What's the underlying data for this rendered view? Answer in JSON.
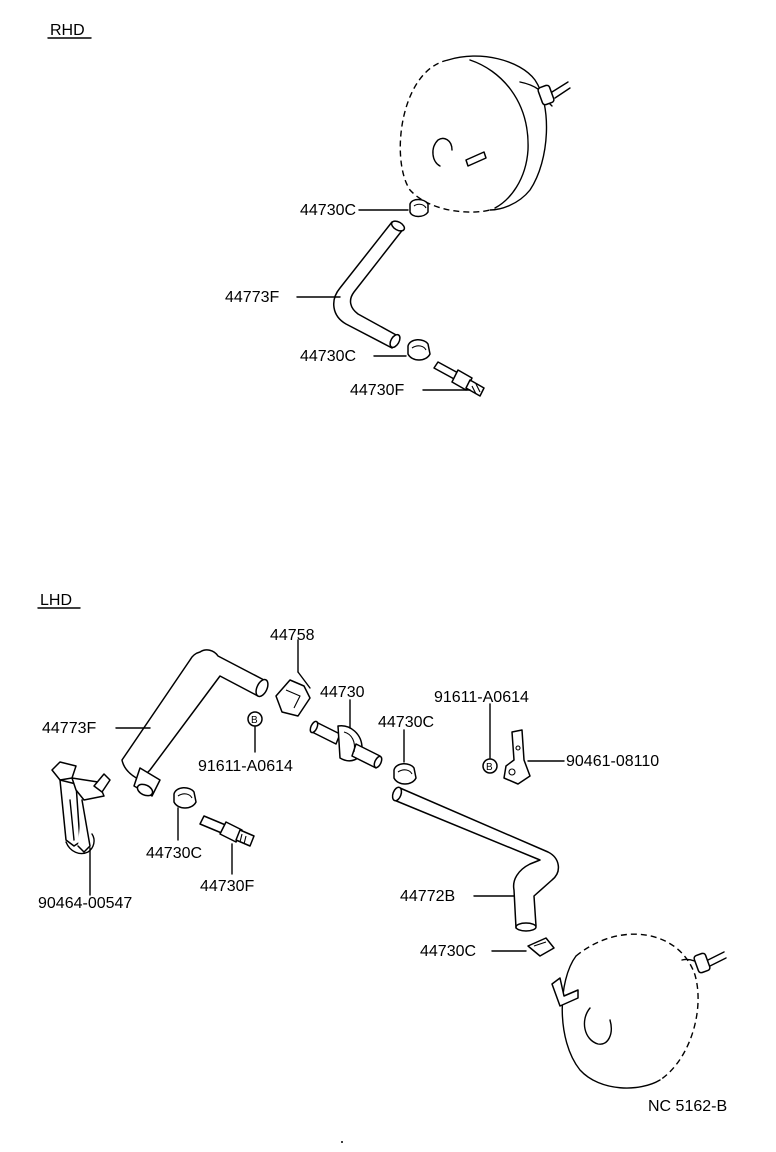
{
  "sections": {
    "rhd": "RHD",
    "lhd": "LHD"
  },
  "rhd_labels": {
    "clamp_top": "44730C",
    "hose": "44773F",
    "clamp_bottom": "44730C",
    "valve": "44730F"
  },
  "lhd_labels": {
    "hose_left": "44773F",
    "clamp_left": "44730C",
    "valve_left": "44730F",
    "clip_far_left": "90464-00547",
    "bracket_small": "44758",
    "bolt_left": "91611-A0614",
    "check_valve": "44730",
    "clamp_mid": "44730C",
    "bolt_right": "91611-A0614",
    "bracket_right": "90461-08110",
    "hose_right": "44772B",
    "clamp_bottom": "44730C"
  },
  "bolt_symbol": "B",
  "diagram_code": "NC 5162-B"
}
